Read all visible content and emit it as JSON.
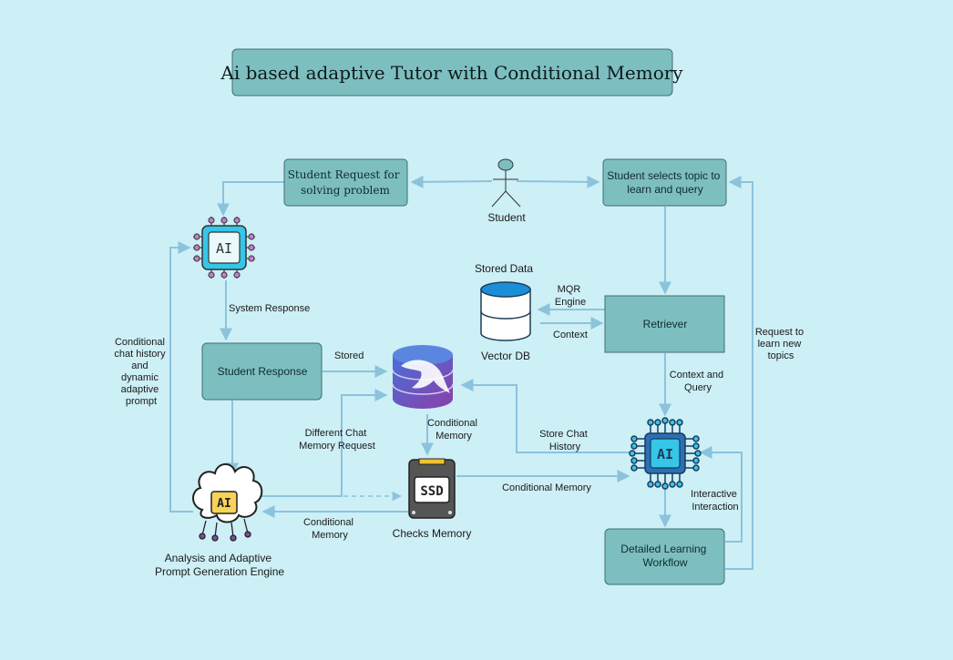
{
  "title": "Ai based adaptive Tutor with Conditional Memory",
  "nodes": {
    "student": "Student",
    "student_request": [
      "Student Request for",
      "solving problem"
    ],
    "student_selects": [
      "Student selects topic to",
      "learn and query"
    ],
    "retriever": "Retriever",
    "stored_data": "Stored Data",
    "vector_db": "Vector DB",
    "student_response": "Student Response",
    "checks_memory": "Checks Memory",
    "analysis_engine": [
      "Analysis and Adaptive",
      "Prompt Generation Engine"
    ],
    "detailed_workflow": [
      "Detailed Learning",
      "Workflow"
    ],
    "ssd_text": "SSD",
    "ai_text": "AI"
  },
  "edge_labels": {
    "system_response": "System Response",
    "stored": "Stored",
    "mqr_engine": [
      "MQR",
      "Engine"
    ],
    "context": "Context",
    "context_and_query": [
      "Context and",
      "Query"
    ],
    "conditional_memory_down": [
      "Conditional",
      "Memory"
    ],
    "store_chat_history": [
      "Store Chat",
      "History"
    ],
    "different_chat_memory_request": [
      "Different Chat",
      "Memory Request"
    ],
    "conditional_memory_right": "Conditional Memory",
    "conditional_memory_left": [
      "Conditional",
      "Memory"
    ],
    "interactive_interaction": [
      "Interactive",
      "Interaction"
    ],
    "request_new_topics": [
      "Request to",
      "learn new",
      "topics"
    ],
    "conditional_chat_history": [
      "Conditional",
      "chat history",
      "and",
      "dynamic",
      "adaptive",
      "prompt"
    ]
  },
  "colors": {
    "background": "#cdeff6",
    "box_fill": "#7dbfc0",
    "box_stroke": "#3d6f72",
    "arrow": "#8cc3dc",
    "db_blue": "#1a8ed8",
    "ai_chip": "#2b6fb5",
    "ai_chip_accent": "#35c6e8",
    "brain_yellow": "#f7d358",
    "mysql_purple": "#6a3b8f"
  }
}
